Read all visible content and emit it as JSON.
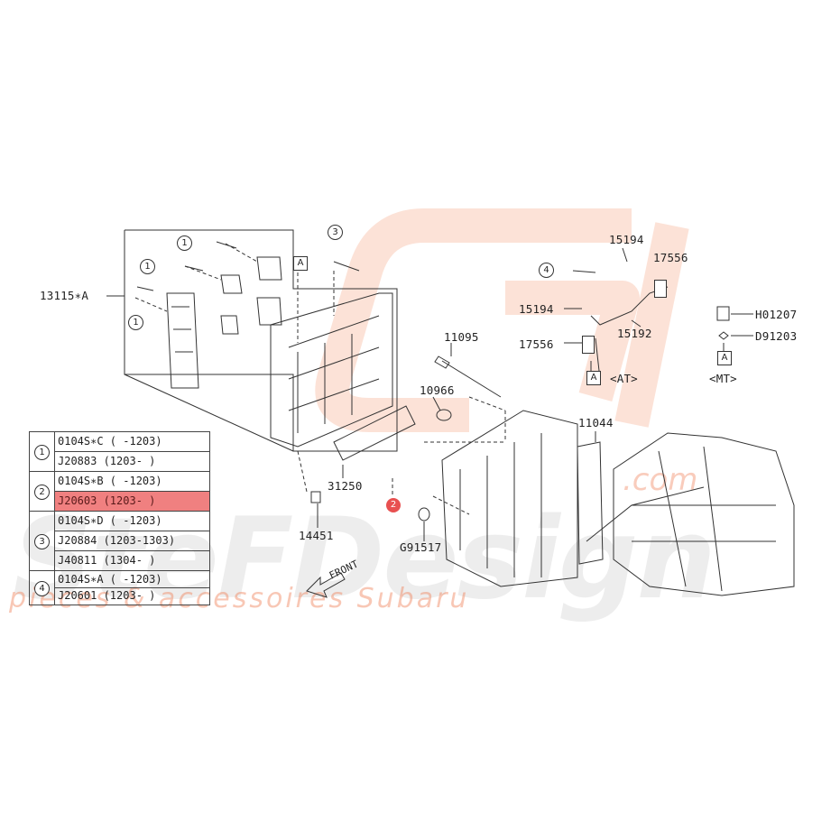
{
  "watermark": {
    "url": ".com",
    "brand": "SteFDesign",
    "tagline": "pieces & accessoires Subaru"
  },
  "callouts": {
    "p13115": "13115∗A",
    "p15194_top": "15194",
    "p17556_top": "17556",
    "p15194_mid": "15194",
    "p15192": "15192",
    "p17556_mid": "17556",
    "at": "<AT>",
    "mt": "<MT>",
    "h01207": "H01207",
    "d91203": "D91203",
    "p11095": "11095",
    "p10966": "10966",
    "p11044": "11044",
    "p31250": "31250",
    "p14451": "14451",
    "g91517": "G91517",
    "front": "FRONT",
    "box_a": "A"
  },
  "circle_nums": {
    "one": "1",
    "two": "2",
    "three": "3",
    "four": "4"
  },
  "legend": [
    {
      "num": "1",
      "rows": [
        {
          "text": "0104S∗C ( -1203)"
        },
        {
          "text": "J20883 (1203- )"
        }
      ]
    },
    {
      "num": "2",
      "rows": [
        {
          "text": "0104S∗B ( -1203)"
        },
        {
          "text": "J20603 (1203- )",
          "highlight": true
        }
      ]
    },
    {
      "num": "3",
      "rows": [
        {
          "text": "0104S∗D ( -1203)"
        },
        {
          "text": "J20884 (1203-1303)"
        },
        {
          "text": "J40811 (1304- )"
        }
      ]
    },
    {
      "num": "4",
      "rows": [
        {
          "text": "0104S∗A ( -1203)"
        },
        {
          "text": "J20601 (1203- )"
        }
      ]
    }
  ],
  "colors": {
    "highlight": "#f08080",
    "watermark_orange": "#f0855a",
    "line": "#333333"
  }
}
